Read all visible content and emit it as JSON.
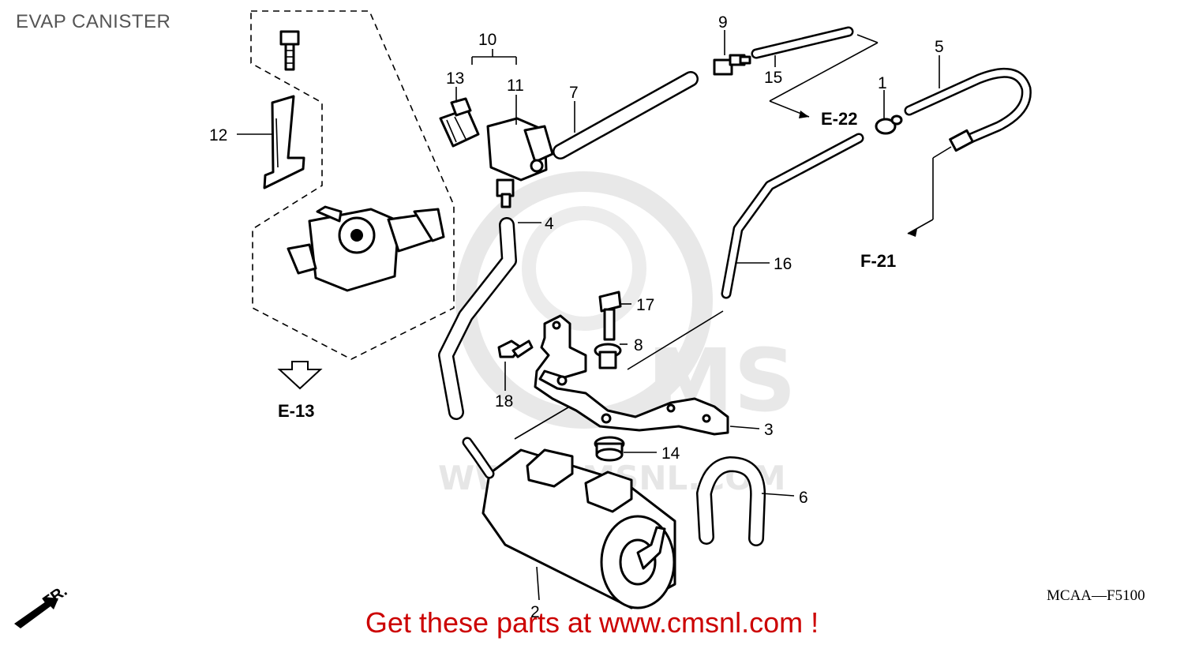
{
  "title": "EVAP CANISTER",
  "footer": "Get these parts at www.cmsnl.com !",
  "diagram_code": "MCAA—F5100",
  "watermark": "WWW.CMSNL.COM",
  "callouts": [
    "1",
    "2",
    "3",
    "4",
    "5",
    "6",
    "7",
    "8",
    "9",
    "10",
    "11",
    "12",
    "13",
    "14",
    "15",
    "16",
    "17",
    "18"
  ],
  "references": {
    "e13": "E-13",
    "e22": "E-22",
    "f21": "F-21"
  },
  "front_marker": "FR.",
  "colors": {
    "footer": "#cc0000",
    "title": "#555555",
    "watermark": "#e6e6e6"
  }
}
